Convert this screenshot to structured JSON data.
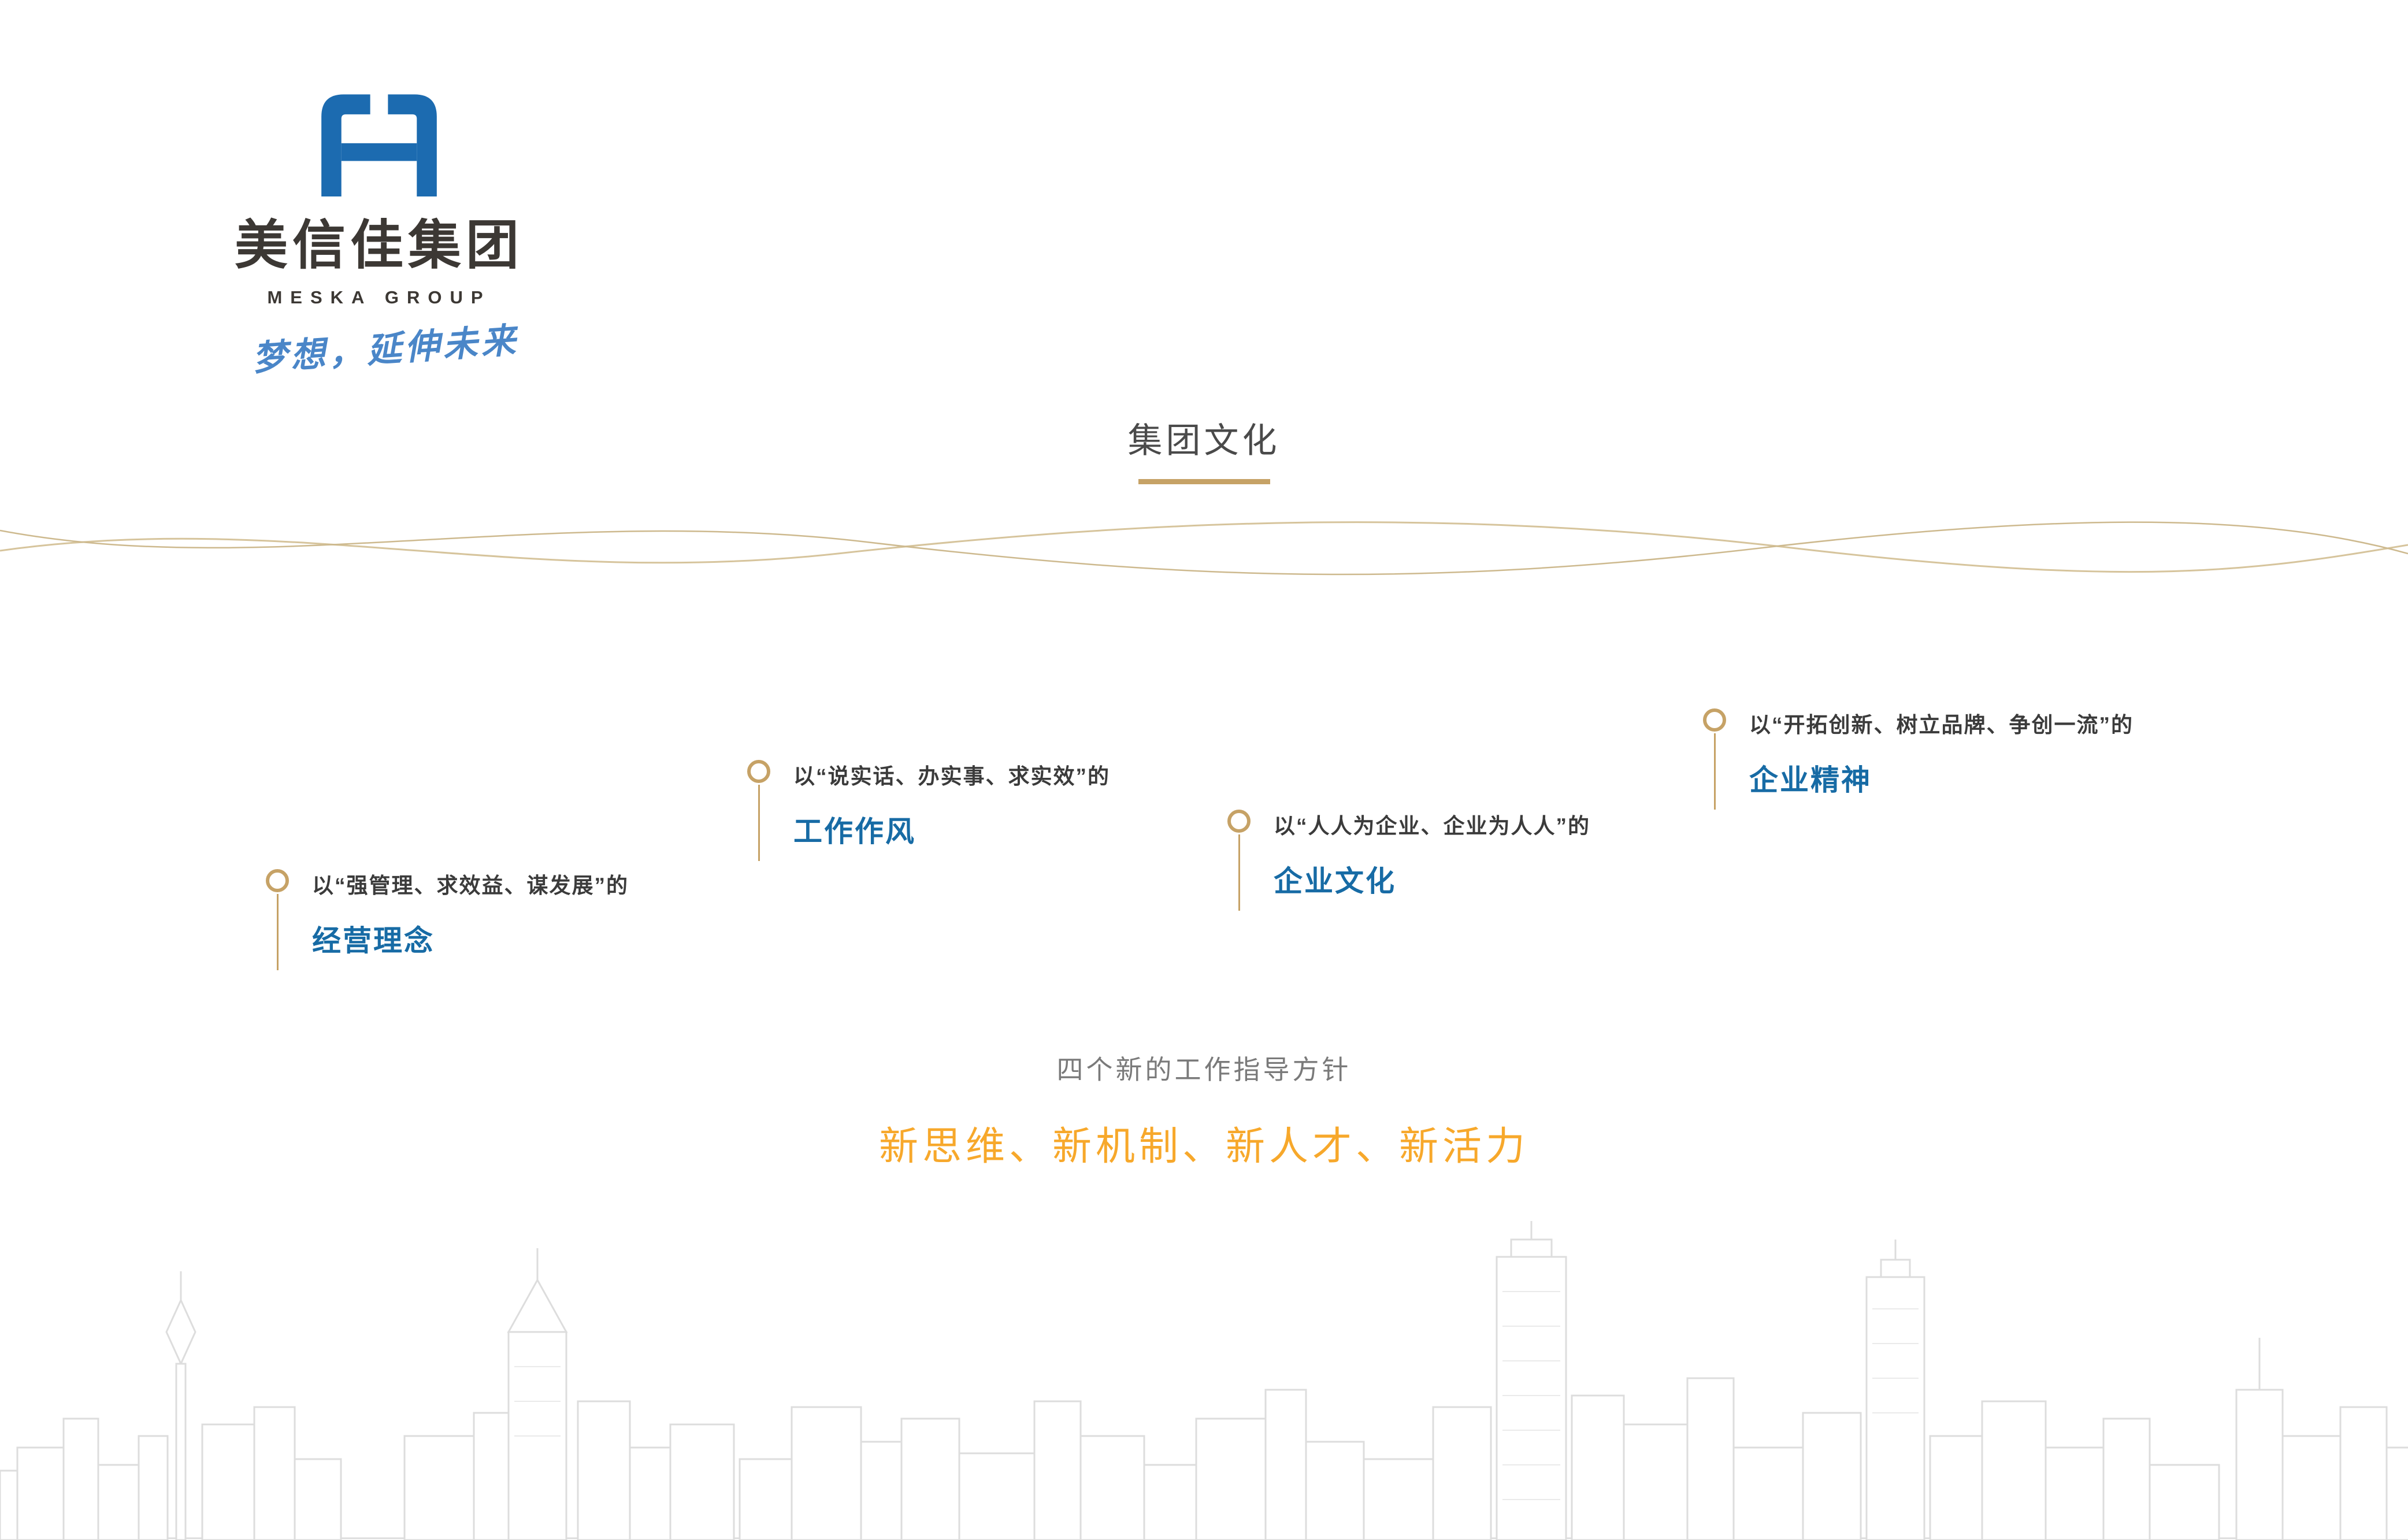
{
  "brand": {
    "name": "美信佳集团",
    "name_en": "MESKA GROUP",
    "slogan": "梦想，延伸未来"
  },
  "section": {
    "title": "集团文化"
  },
  "milestones": [
    {
      "prefix": "以“强管理、求效益、谋发展”的",
      "title": "经营理念"
    },
    {
      "prefix": "以“说实话、办实事、求实效”的",
      "title": "工作作风"
    },
    {
      "prefix": "以“人人为企业、企业为人人”的",
      "title": "企业文化"
    },
    {
      "prefix": "以“开拓创新、树立品牌、争创一流”的",
      "title": "企业精神"
    }
  ],
  "guideline": {
    "label": "四个新的工作指导方针",
    "headline": "新思维、新机制、新人才、新活力"
  },
  "icons": {
    "logo": "meska-logo-icon",
    "pin": "milestone-pin-icon",
    "wave": "wave-divider",
    "skyline": "city-skyline-illustration"
  },
  "colors": {
    "accent_gold": "#C6A266",
    "brand_blue": "#1C6BB0",
    "title_blue": "#176BA5",
    "headline_orange": "#F7A82B",
    "text_dark": "#3C3834",
    "text_gray": "#7A7A7A",
    "skyline_gray": "#DADADA"
  }
}
